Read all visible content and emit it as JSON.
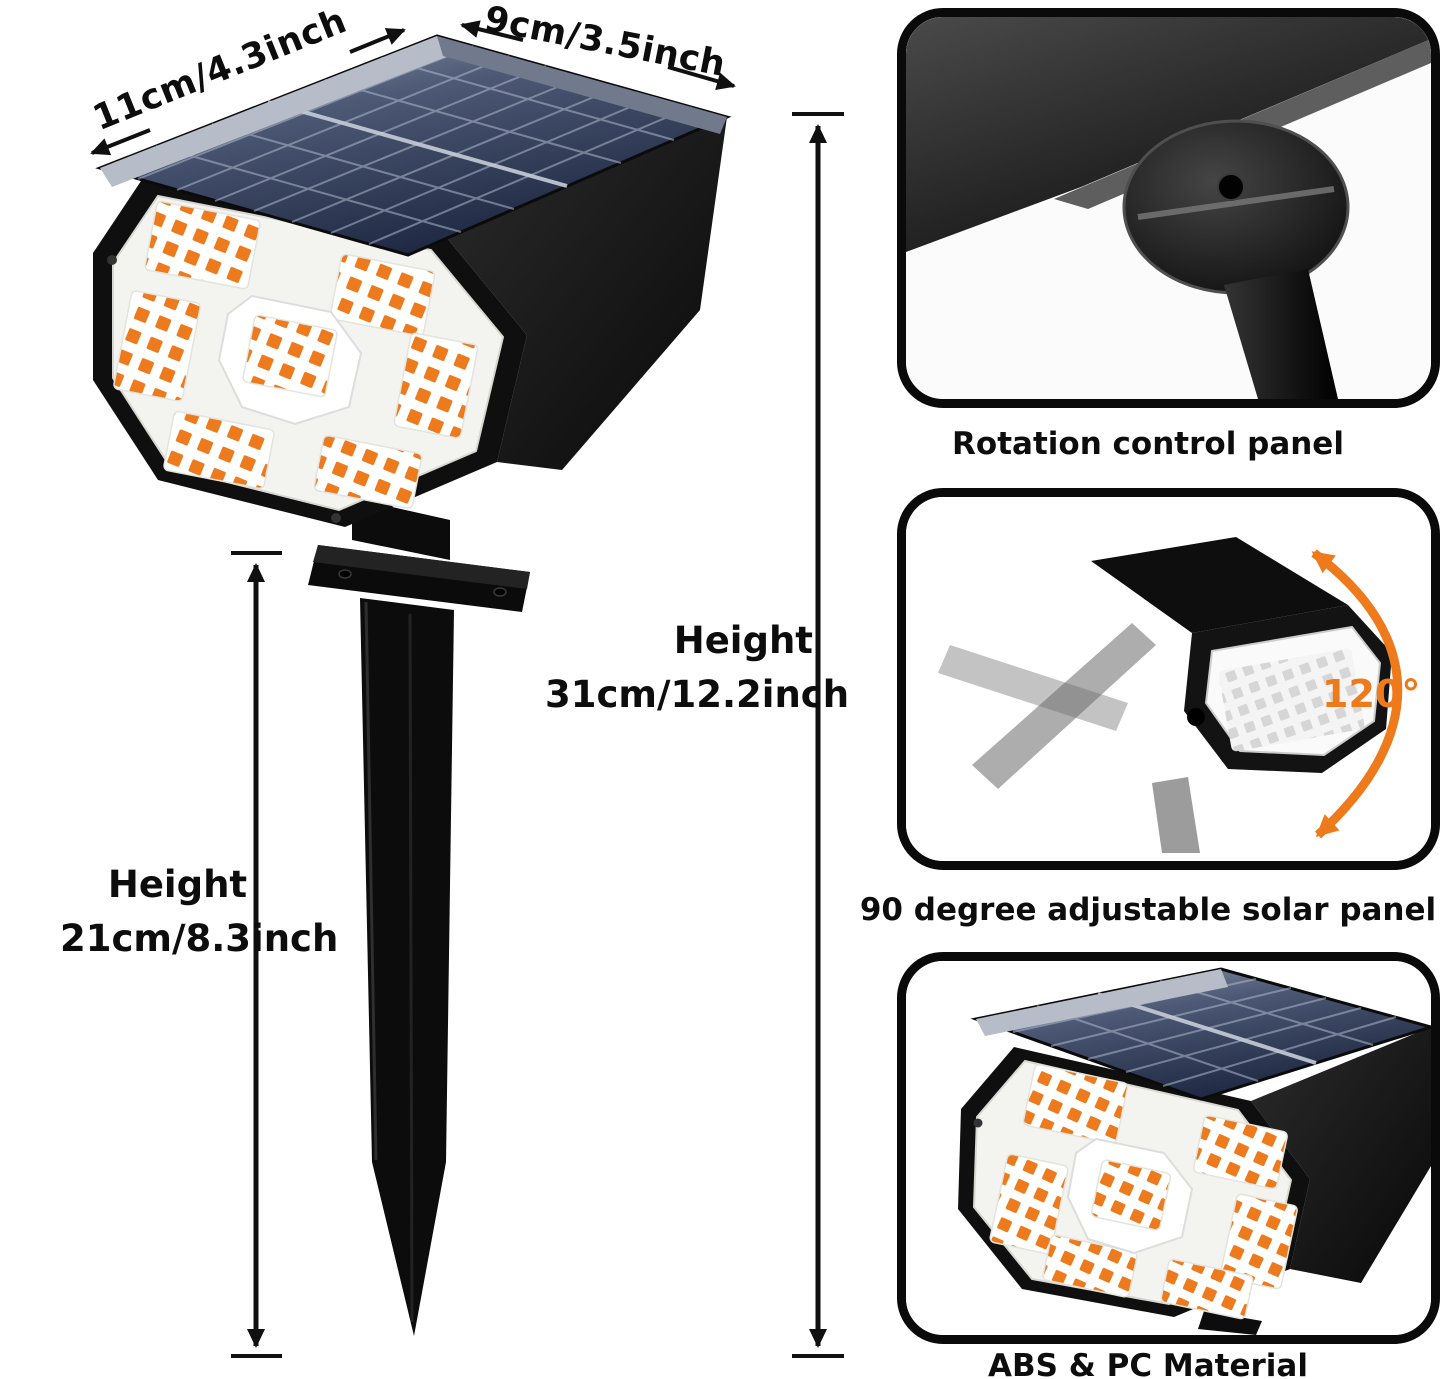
{
  "product_diagram": {
    "dim_top_left": "11cm/4.3inch",
    "dim_top_right": "9cm/3.5inch",
    "height_total": {
      "label": "Height",
      "value": "31cm/12.2inch"
    },
    "height_stake": {
      "label": "Height",
      "value": "21cm/8.3inch"
    }
  },
  "feature_panels": [
    {
      "caption": "Rotation control panel"
    },
    {
      "caption": "90 degree adjustable solar panel",
      "angle_label": "120°"
    },
    {
      "caption": "ABS & PC Material"
    }
  ],
  "colors": {
    "accent_orange": "#ee7a1c",
    "line_black": "#101010",
    "solar_panel_blue": "#2b3854",
    "led_orange": "#ed7a1c"
  }
}
